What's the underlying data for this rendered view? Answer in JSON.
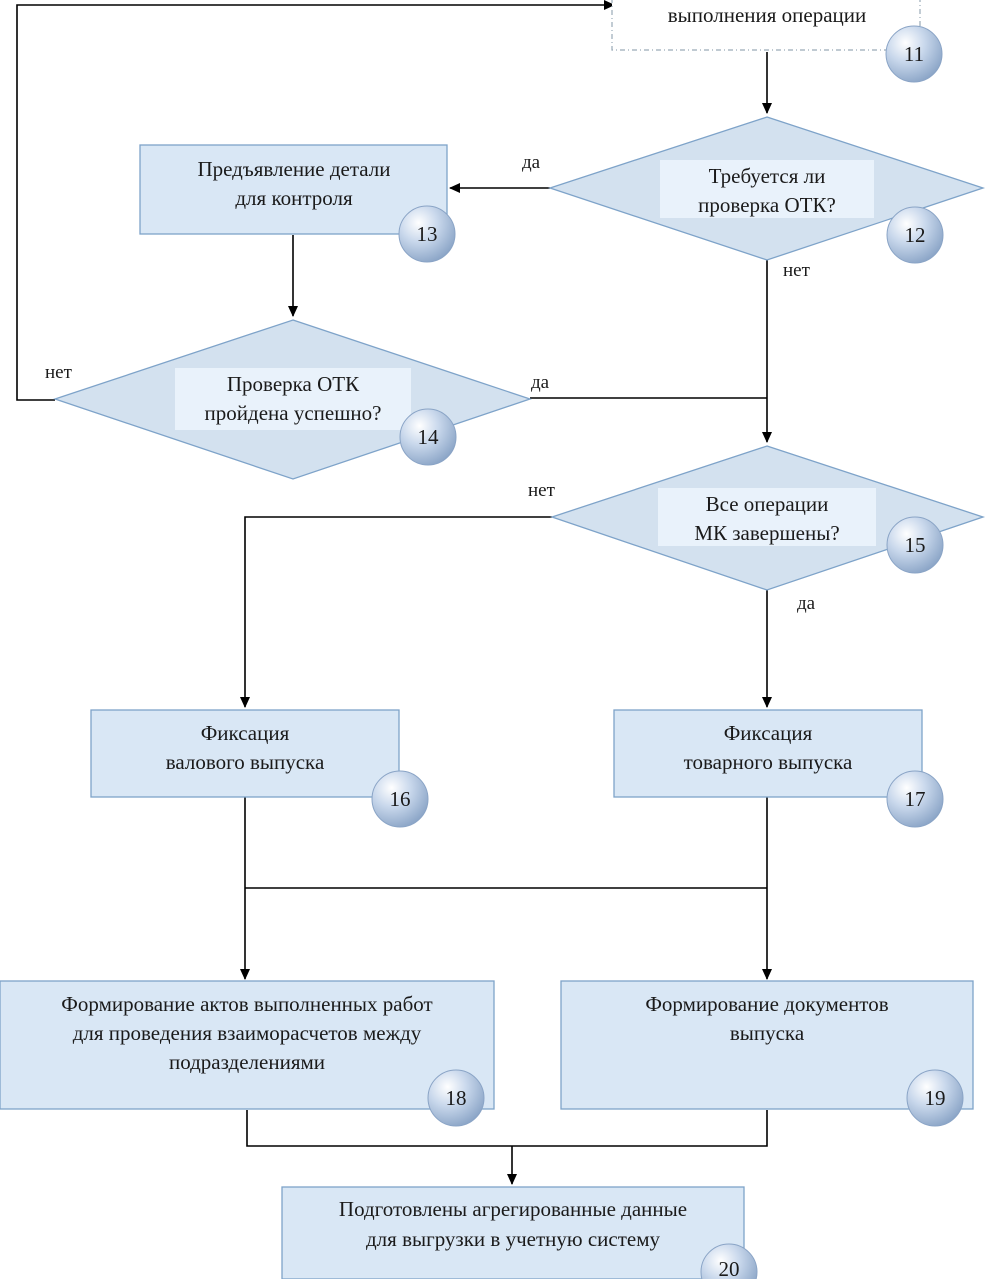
{
  "steps": {
    "s11": {
      "text": [
        "выполнения операции"
      ],
      "num": "11"
    },
    "s12": {
      "text": [
        "Требуется ли",
        "проверка ОТК?"
      ],
      "num": "12"
    },
    "s13": {
      "text": [
        "Предъявление детали",
        "для контроля"
      ],
      "num": "13"
    },
    "s14": {
      "text": [
        "Проверка ОТК",
        "пройдена успешно?"
      ],
      "num": "14"
    },
    "s15": {
      "text": [
        "Все операции",
        "МК завершены?"
      ],
      "num": "15"
    },
    "s16": {
      "text": [
        "Фиксация",
        "валового выпуска"
      ],
      "num": "16"
    },
    "s17": {
      "text": [
        "Фиксация",
        "товарного выпуска"
      ],
      "num": "17"
    },
    "s18": {
      "text": [
        "Формирование актов выполненных работ",
        "для проведения взаиморасчетов между",
        "подразделениями"
      ],
      "num": "18"
    },
    "s19": {
      "text": [
        "Формирование документов",
        "выпуска"
      ],
      "num": "19"
    },
    "s20": {
      "text": [
        "Подготовлены агрегированные данные",
        "для выгрузки в учетную систему"
      ],
      "num": "20"
    }
  },
  "edge_labels": {
    "e12_yes": "да",
    "e12_no": "нет",
    "e14_no": "нет",
    "e14_yes": "да",
    "e15_no": "нет",
    "e15_yes": "да"
  },
  "colors": {
    "box_fill": "#d9e7f5",
    "box_stroke": "#7ea3c9",
    "badge": "#b4c8e2",
    "line": "#000000"
  }
}
